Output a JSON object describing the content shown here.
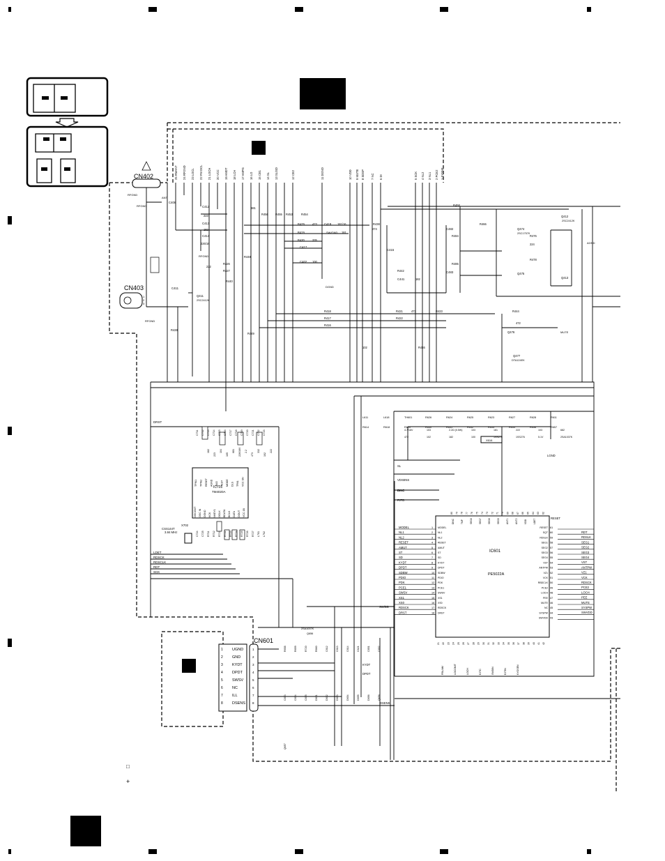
{
  "connectors": {
    "cn402": {
      "name": "CN402",
      "net_labels": [
        "RFGND",
        "ANT",
        "RFGND"
      ]
    },
    "cn403": {
      "name": "CN403",
      "pin_numbers": [
        "1",
        "2",
        "3"
      ],
      "net_labels": [
        "RFGND"
      ]
    },
    "cn601": {
      "name": "CN601",
      "pin_numbers": [
        "1",
        "2",
        "3",
        "4",
        "5",
        "6",
        "7",
        "8"
      ],
      "pin_names": [
        "UGND",
        "GND",
        "KYDT",
        "DPDT",
        "SWSV",
        "NC",
        "ILL",
        "DSENS"
      ]
    }
  },
  "top_bus": {
    "pin_labels": [
      "25 RMANT",
      "24 RFGND",
      "23 LOCL",
      "22 FM DCL",
      "21 LOCH",
      "20 VCC",
      "19 AMDT",
      "18 LCH",
      "17 AMPG",
      "16 LO",
      "15 CE1",
      "14 SL",
      "13 SL/SD",
      "12 CE2",
      "11 DGND",
      "10 VDD",
      "9 MUTE",
      "8 SDSP",
      "7 NC",
      "6 DI",
      "5 SCK",
      "4 NL2",
      "3 NL1",
      "2 PCE2",
      "1 SYSNE"
    ]
  },
  "components_upper": {
    "capacitors": [
      "C412",
      "C413",
      "C414",
      "C415",
      "C418",
      "C417",
      "C402",
      "C441",
      "C482",
      "C483",
      "C411",
      "C408"
    ],
    "resistors": [
      "R429",
      "R419",
      "R430",
      "R438",
      "R442",
      "R458",
      "R466",
      "R484",
      "R485",
      "R476",
      "R478",
      "R418",
      "R417",
      "R416",
      "R421",
      "R422",
      "R423",
      "R444",
      "R426",
      "R427",
      "R428",
      "R448",
      "R440",
      "R454",
      "R453",
      "R455",
      "R456",
      "R449",
      "R446"
    ],
    "values": [
      "223",
      "182",
      "226/16",
      "473",
      "181/16",
      "335",
      "100",
      "474",
      "473",
      "182",
      "224",
      "222",
      "472",
      "681",
      "181",
      "102"
    ],
    "transistors": [
      "Q411",
      "Q474",
      "Q475",
      "Q476",
      "Q477",
      "Q412",
      "Q413"
    ],
    "transistor_types": [
      "2SC2412K",
      "2SC1757K",
      "DTA124EK",
      "2SC2412K"
    ],
    "nets": [
      "DGND",
      "AGND",
      "MUTE",
      "RFGND",
      "SW/GND"
    ]
  },
  "ic701": {
    "name": "IC701",
    "part": "TM4020A",
    "pins_top": [
      "TPIN1",
      "TPIN2",
      "RESET",
      "AGND",
      "SW2",
      "TEST",
      "MODE",
      "DLS",
      "TPA1",
      "VCC SN"
    ],
    "pins_bottom": [
      "OSCOUT",
      "OSC IN",
      "DGND",
      "KCK",
      "NKEY1",
      "OCLK",
      "BDATA",
      "BCLK",
      "DATA",
      "DOUT",
      "VCC 1B"
    ],
    "crystal": "X702",
    "crystal_freq": "3.84 MHz",
    "crystal_label": "CSS144T",
    "bus_labels": [
      "DRST",
      "LDET",
      "RDSCK",
      "RDSCLK",
      "RDT",
      "SCK"
    ],
    "parts": [
      "C711",
      "C712",
      "C713",
      "C714",
      "C715",
      "C716",
      "C717",
      "C718",
      "C719",
      "C720",
      "C721",
      "C722",
      "C723",
      "C724",
      "C725",
      "R711",
      "R712",
      "R721",
      "R722",
      "R723",
      "R724",
      "R725",
      "R726",
      "R727",
      "L701",
      "L702"
    ],
    "values": [
      "182",
      "223",
      "104",
      "105",
      "681",
      "226/16V",
      "2.2",
      "473",
      "332",
      "102",
      "222"
    ]
  },
  "ic601": {
    "name": "IC601",
    "part": "PE5022A",
    "left_pins": [
      "MODEL",
      "NL1",
      "NL2",
      "RESET",
      "AMUT",
      "ST",
      "SD",
      "KYDT",
      "DPDT",
      "SDBW",
      "PDIO",
      "PDK",
      "PCE1",
      "SWSV",
      "XS1",
      "XS0",
      "RDSCK",
      "DRST"
    ],
    "left_pin_numbers": [
      "1",
      "2",
      "3",
      "4",
      "5",
      "6",
      "7",
      "8",
      "9",
      "10",
      "11",
      "12",
      "13",
      "14",
      "15",
      "16",
      "17",
      "18"
    ],
    "right_pins": [
      "RESET",
      "SQT",
      "RDSLK",
      "SEG1",
      "SEG2",
      "SEG3",
      "SEG4",
      "VST",
      "ANTPW",
      "VZ1",
      "VCK",
      "RBDCLK",
      "PCE2",
      "LOCH",
      "PEE",
      "MUTE",
      "NC",
      "SYSPW",
      "SWVDD"
    ],
    "right_pin_numbers": [
      "61",
      "60",
      "59",
      "58",
      "57",
      "56",
      "55",
      "54",
      "53",
      "52",
      "51",
      "50",
      "49",
      "48",
      "47",
      "46",
      "45",
      "44",
      "43"
    ],
    "right_nets": [
      "RDT",
      "RDSLK",
      "SEG1",
      "SEG2",
      "SEG3",
      "SEG4",
      "VST",
      "ANTPW",
      "VZ1",
      "VCK",
      "RDSCK",
      "PCE2",
      "LOCH",
      "PEE",
      "MUTE",
      "SYSPW",
      "SWVDD"
    ],
    "top_pin_numbers": [
      "80",
      "79",
      "78",
      "77",
      "76",
      "75",
      "74",
      "73",
      "72",
      "71",
      "70",
      "69",
      "68",
      "67",
      "66",
      "65",
      "64",
      "63",
      "62"
    ],
    "bottom_pin_numbers": [
      "21",
      "22",
      "23",
      "24",
      "25",
      "26",
      "27",
      "28",
      "29",
      "30",
      "31",
      "32",
      "33",
      "34",
      "35",
      "36",
      "37",
      "38",
      "39",
      "40",
      "41",
      "42"
    ],
    "bottom_labels": [
      "PBL/AM",
      "LOCOMIT",
      "LOCH",
      "EJTC",
      "SWDIN",
      "EJTIN",
      "KYOSEN"
    ],
    "top_labels": [
      "DINC",
      "TMP",
      "SEG8",
      "SEG7",
      "SEG6",
      "SEG5",
      "ANT1",
      "ANT2",
      "VDD",
      "LDET"
    ],
    "net_labels": [
      "VDSENS",
      "DINC",
      "FJTD",
      "SL"
    ],
    "oscillator": "X616"
  },
  "components_lower": {
    "parts": [
      "L611",
      "L618",
      "TH601",
      "R626",
      "R624",
      "R625",
      "R623",
      "R627",
      "R628",
      "R611",
      "R614",
      "R618",
      "R620",
      "R650",
      "R651",
      "R652",
      "R653",
      "R655",
      "R656",
      "R657",
      "R658",
      "R659",
      "R720",
      "R660",
      "C612",
      "C613",
      "C614",
      "C621",
      "C651",
      "C652",
      "C653",
      "C654",
      "C655",
      "D651",
      "D652",
      "D653",
      "D654",
      "D655",
      "D656",
      "Q656",
      "Q657"
    ],
    "values": [
      "4.7/16V",
      "103",
      "2.2Ω (0.5W)",
      "103",
      "181",
      "222",
      "103",
      "682",
      "472",
      "102",
      "182",
      "100",
      "1SS270",
      "1SS276",
      "5.1V",
      "2SA1037K"
    ],
    "net_labels": [
      "KYDT",
      "DPDT",
      "DSENS",
      "SW/DD",
      "LGND",
      "RESET",
      "DINC"
    ],
    "transistor_type": "2SA1037K",
    "transistor_name": "Q656"
  },
  "margins": {
    "polarity_marks": [
      "□",
      "+"
    ]
  }
}
